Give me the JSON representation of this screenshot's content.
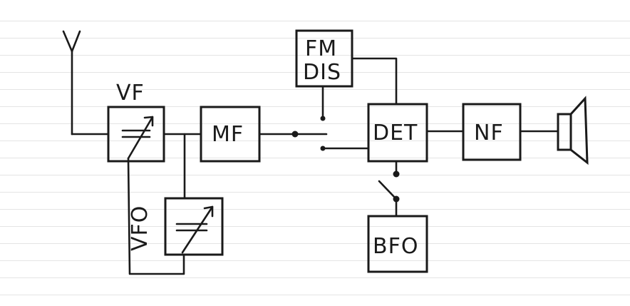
{
  "blocks": {
    "vf": "VF",
    "vfo": "VFO",
    "mf": "MF",
    "fm_dis_line1": "FM",
    "fm_dis_line2": "DIS",
    "det": "DET",
    "nf": "NF",
    "bfo": "BFO"
  },
  "colors": {
    "ink": "#1a1a1a",
    "paper": "#ffffff",
    "rule": "#e4e4e4"
  },
  "icons": {
    "antenna": "antenna-icon",
    "speaker": "speaker-icon",
    "variable_capacitor": "variable-capacitor-icon",
    "switch": "switch-icon"
  }
}
